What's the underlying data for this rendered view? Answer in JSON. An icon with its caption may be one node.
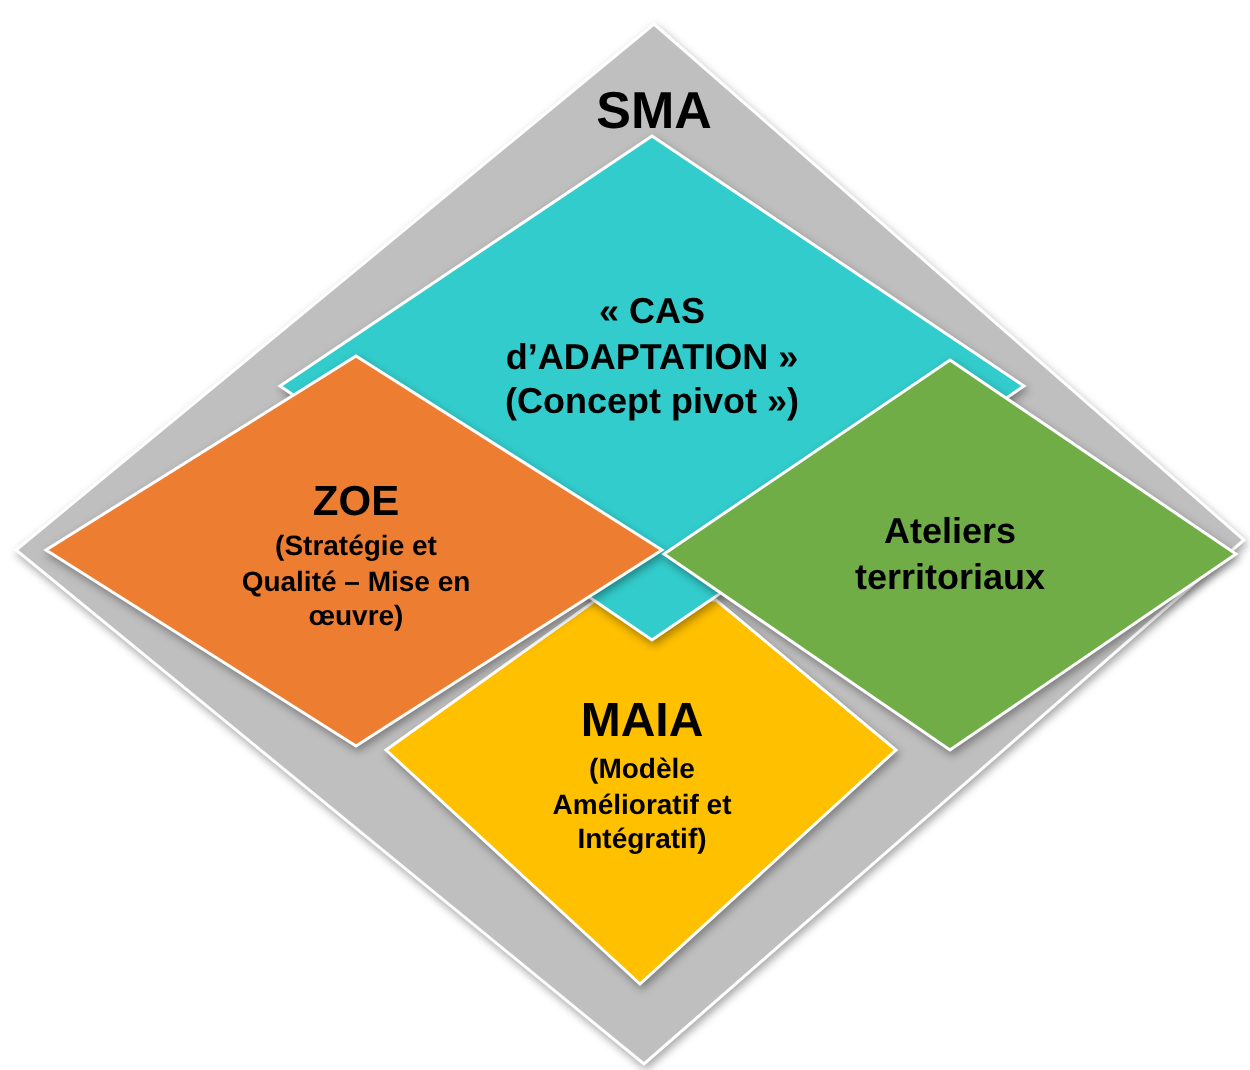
{
  "diagram": {
    "nodes": [
      {
        "text": [
          "SMA"
        ]
      },
      {
        "text": [
          "« CAS d’ADAPTATION » (Concept pivot »)"
        ],
        "in": 0
      },
      {
        "text": [
          "ZOE",
          "(Stratégie et Qualité – Mise en œuvre)"
        ],
        "in": 0
      },
      {
        "text": [
          "Ateliers territoriaux"
        ],
        "in": 0
      },
      {
        "text": [
          "MAIA",
          "(Modèle Amélioratif et Intégratif)"
        ],
        "in": 0
      }
    ]
  }
}
